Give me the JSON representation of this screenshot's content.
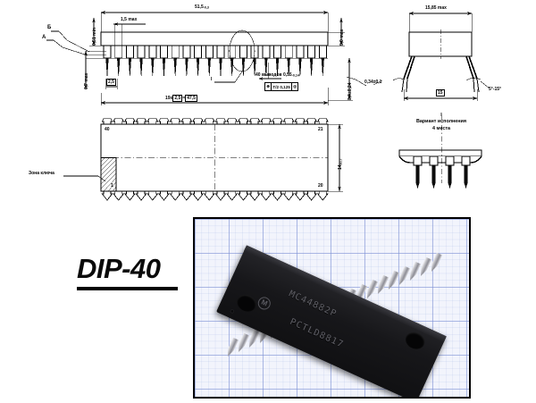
{
  "document": {
    "kind": "package-outline-drawing",
    "package_title": "DIP-40",
    "background_color": "#ffffff",
    "line_color": "#000000"
  },
  "top_view": {
    "overall_length": "51,5",
    "overall_length_tol": "-0,3",
    "pin_width_max": "1,5 max",
    "seating_min": "0,51 min",
    "standoff_max": "0,7 max",
    "pitch_boxed": "2,5",
    "pitch_chain": "19x",
    "pitch_value": "2,5",
    "pitch_total": "47,5",
    "lead_count_note": "40 выводов 0,55",
    "lead_count_note_tol": "-0,14",
    "body_height_max": "5,0 max",
    "seated_height": "3,4±0,24",
    "lead_thickness": "0,34±0,1",
    "detail_marker": "I",
    "section_label_b": "Б",
    "section_label_a": "А",
    "tolerance_frame": {
      "symbol": "⊕",
      "value": "T/2 0,125",
      "datum": "◎"
    }
  },
  "side_view": {
    "width_max": "15,85 max",
    "span_boxed": "15",
    "lead_angle": "5°-15°",
    "lead_thickness": "0,34±0,1"
  },
  "plan_view": {
    "pin_top_left": "40",
    "pin_top_right": "21",
    "pin_bottom_left": "1",
    "pin_bottom_right": "20",
    "body_width": "14",
    "body_width_tol": "±0,7",
    "key_zone_label": "Зона ключа"
  },
  "detail_view": {
    "marker": "I",
    "note_line1": "Вариант исполнения",
    "note_line2": "4 места"
  },
  "photo": {
    "caption": "DIP-40",
    "chip_marking_line1": "MC44882P",
    "chip_marking_line2": "PCTLD8817",
    "manufacturer_logo": "M",
    "border_color": "#000000",
    "graph_paper_color": "#7b8cd2",
    "chip_body_color": "#17171a",
    "pin_color": "#b8b8be"
  }
}
